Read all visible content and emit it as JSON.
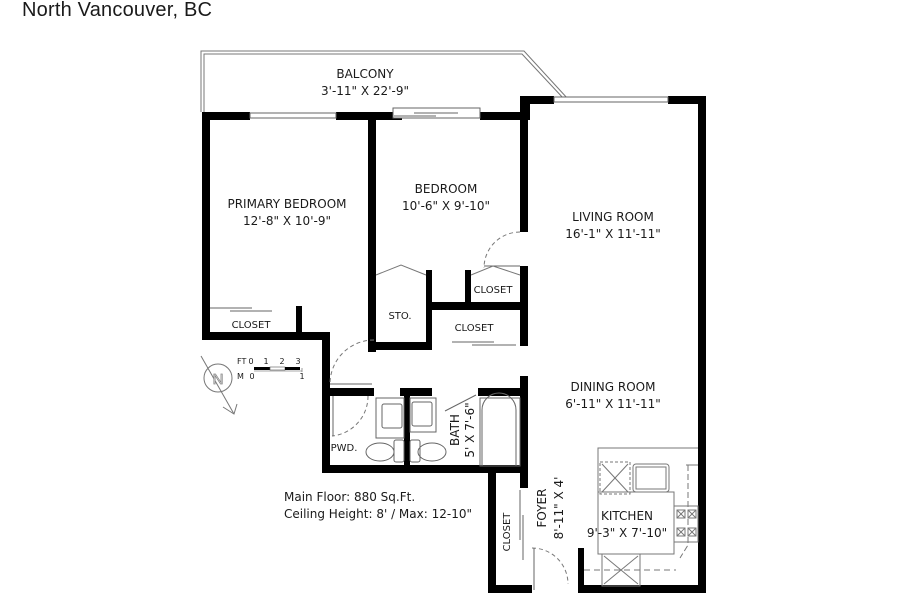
{
  "header": {
    "title": "North Vancouver, BC"
  },
  "rooms": {
    "balcony": {
      "name": "BALCONY",
      "dims": "3'-11\" X 22'-9\""
    },
    "primary_bedroom": {
      "name": "PRIMARY BEDROOM",
      "dims": "12'-8\" X 10'-9\""
    },
    "bedroom": {
      "name": "BEDROOM",
      "dims": "10'-6\" X 9'-10\""
    },
    "living_room": {
      "name": "LIVING ROOM",
      "dims": "16'-1\" X 11'-11\""
    },
    "dining_room": {
      "name": "DINING ROOM",
      "dims": "6'-11\" X 11'-11\""
    },
    "kitchen": {
      "name": "KITCHEN",
      "dims": "9'-3\" X 7'-10\""
    },
    "foyer": {
      "name": "FOYER",
      "dims": "8'-11\" X 4'"
    },
    "bath": {
      "name": "BATH",
      "dims": "5' X 7'-6\""
    },
    "powder": {
      "name": "PWD."
    },
    "storage": {
      "name": "STO."
    },
    "closet_primary": {
      "name": "CLOSET"
    },
    "closet_bedroom": {
      "name": "CLOSET"
    },
    "closet_hall": {
      "name": "CLOSET"
    },
    "closet_foyer": {
      "name": "CLOSET"
    }
  },
  "scale": {
    "ft_label": "FT",
    "m_label": "M",
    "ft_ticks": [
      "0",
      "1",
      "2",
      "3"
    ],
    "m_ticks": [
      "0",
      "1"
    ]
  },
  "compass": {
    "label": "N"
  },
  "info": {
    "main_floor": "Main Floor: 880 Sq.Ft.",
    "ceiling": "Ceiling Height: 8' / Max: 12-10\""
  },
  "colors": {
    "wall": "#000000",
    "fixture": "#555555",
    "text": "#1a1a1a"
  }
}
